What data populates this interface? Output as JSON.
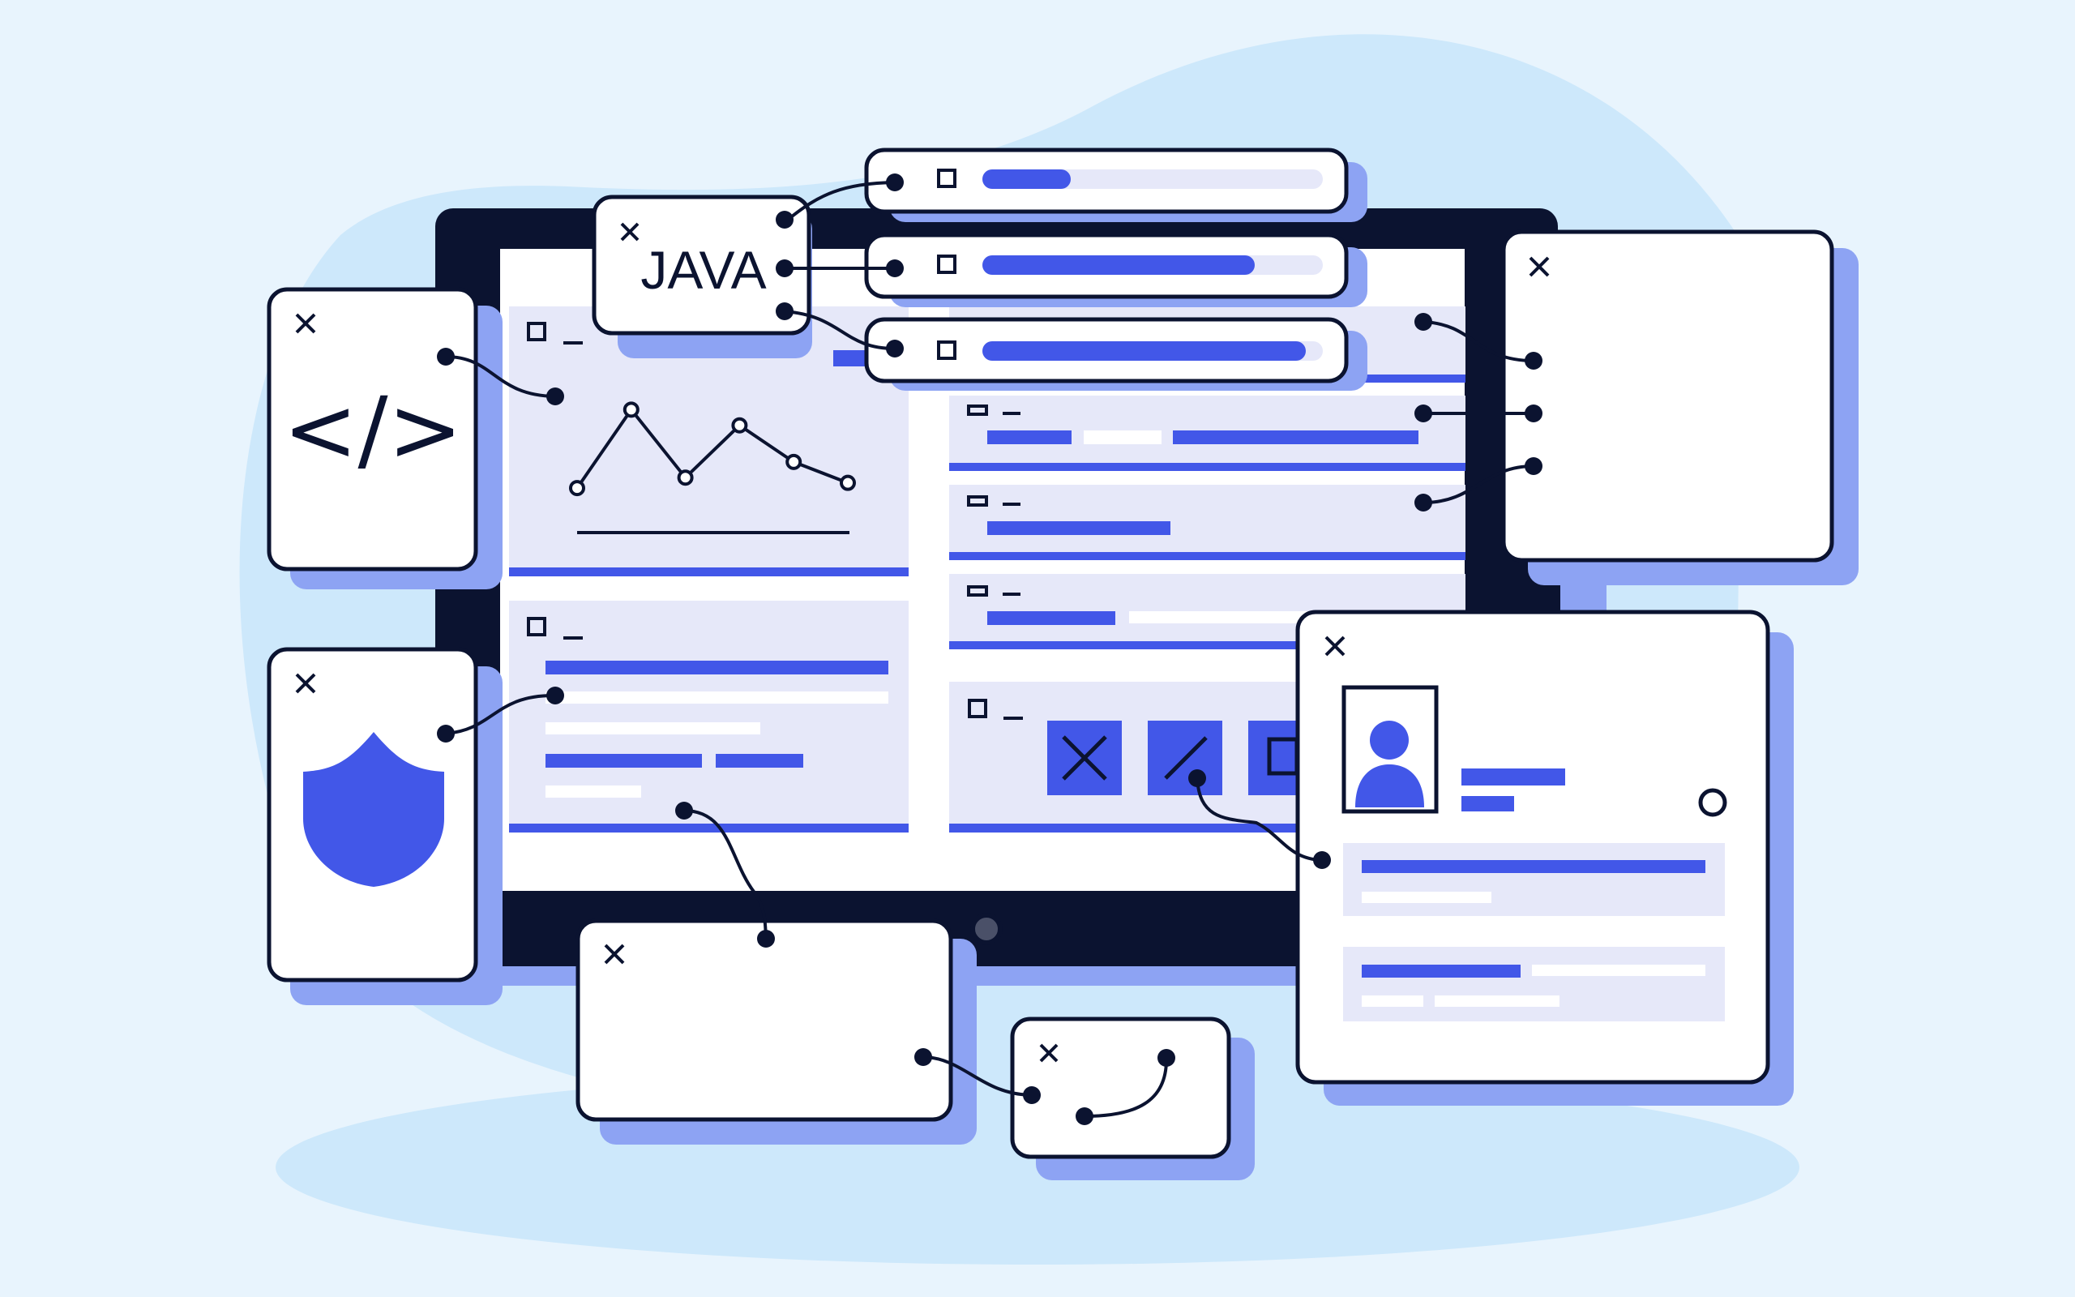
{
  "colors": {
    "background": "#e8f4fd",
    "blob": "#cde8fb",
    "outline": "#0b1330",
    "accent": "#4257e8",
    "shadow": "#8da3f3",
    "panel_fill": "#e6e8f9",
    "window_fill": "#ffffff"
  },
  "java_window": {
    "label": "JAVA"
  },
  "code_window": {
    "label": "</>"
  },
  "progress_bars": [
    {
      "fill": 0.26
    },
    {
      "fill": 0.8
    },
    {
      "fill": 0.95
    }
  ],
  "chart_data": {
    "type": "line",
    "values": [
      0.1,
      0.85,
      0.2,
      0.7,
      0.35,
      0.15
    ]
  },
  "icons": {
    "close": "close-icon",
    "code": "code-icon",
    "shield": "shield-icon",
    "user": "user-avatar-icon",
    "checkbox": "checkbox-icon",
    "edit": "pencil-icon",
    "delete": "x-icon"
  }
}
